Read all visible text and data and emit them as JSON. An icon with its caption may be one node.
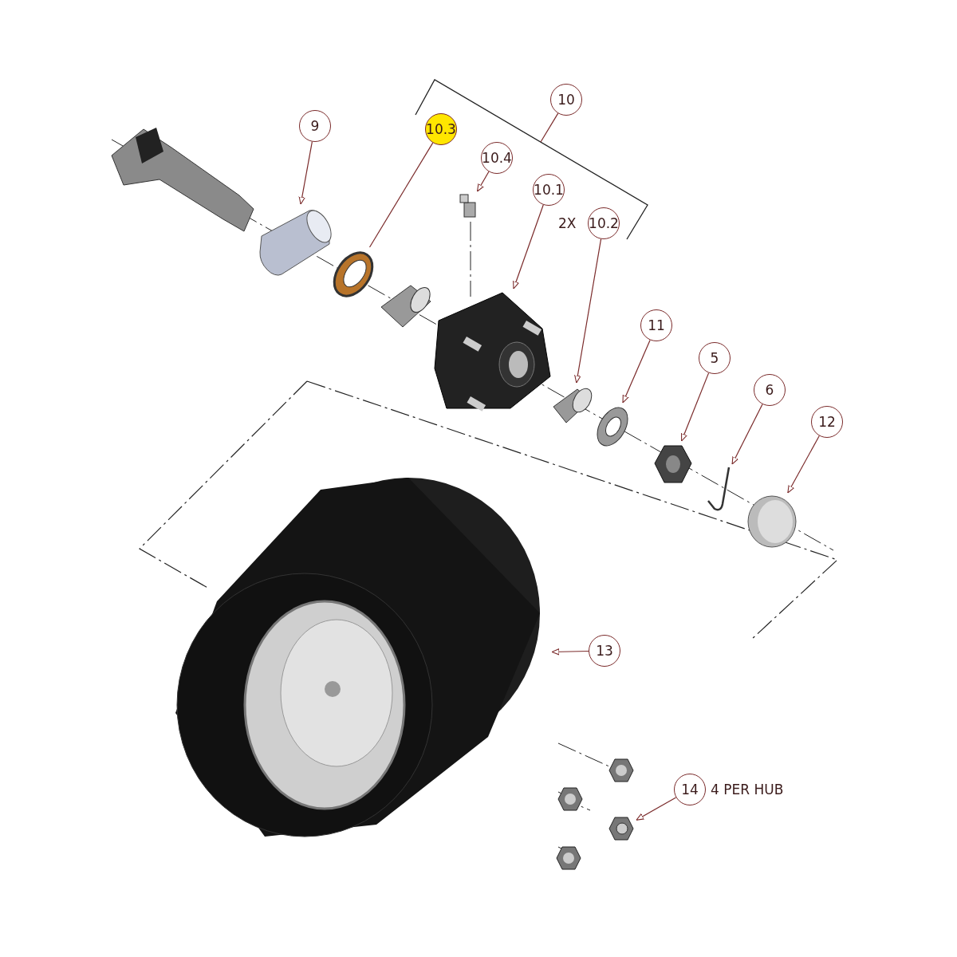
{
  "diagram": {
    "nodes": [
      {
        "text": [
          "10"
        ]
      },
      {
        "text": [
          "10.3"
        ]
      },
      {
        "text": [
          "9"
        ]
      },
      {
        "text": [
          "10.4"
        ]
      },
      {
        "text": [
          "10.1"
        ]
      },
      {
        "text": [
          "10.2"
        ],
        "beside": [
          "2X"
        ]
      },
      {
        "text": [
          "11"
        ]
      },
      {
        "text": [
          "5"
        ]
      },
      {
        "text": [
          "6"
        ]
      },
      {
        "text": [
          "12"
        ]
      },
      {
        "text": [
          "13"
        ]
      },
      {
        "text": [
          "14"
        ],
        "beside": [
          "4 PER HUB"
        ]
      },
      {
        "text": [],
        "shape": "picture"
      },
      {
        "text": [],
        "shape": "picture"
      },
      {
        "text": [],
        "shape": "picture"
      },
      {
        "text": [],
        "shape": "picture"
      },
      {
        "text": [],
        "shape": "picture"
      },
      {
        "text": [],
        "shape": "picture"
      },
      {
        "text": [],
        "shape": "picture"
      },
      {
        "text": [],
        "shape": "picture"
      },
      {
        "text": [],
        "shape": "picture"
      },
      {
        "text": [],
        "shape": "picture"
      },
      {
        "text": [],
        "shape": "picture"
      }
    ],
    "edges": [
      {
        "from": 0,
        "to": null,
        "arrow": "none"
      },
      {
        "from": 1,
        "to": 13,
        "arrow": "none"
      },
      {
        "from": 2,
        "to": 12,
        "arrow": "to"
      },
      {
        "from": 3,
        "to": 14,
        "arrow": "to"
      },
      {
        "from": 4,
        "to": 15,
        "arrow": "to"
      },
      {
        "from": 5,
        "to": 16,
        "arrow": "to"
      },
      {
        "from": 6,
        "to": 17,
        "arrow": "to"
      },
      {
        "from": 7,
        "to": 18,
        "arrow": "to"
      },
      {
        "from": 8,
        "to": 19,
        "arrow": "to"
      },
      {
        "from": 9,
        "to": 20,
        "arrow": "to"
      },
      {
        "from": 10,
        "to": 21,
        "arrow": "to"
      },
      {
        "from": 11,
        "to": 22,
        "arrow": "to"
      }
    ]
  }
}
